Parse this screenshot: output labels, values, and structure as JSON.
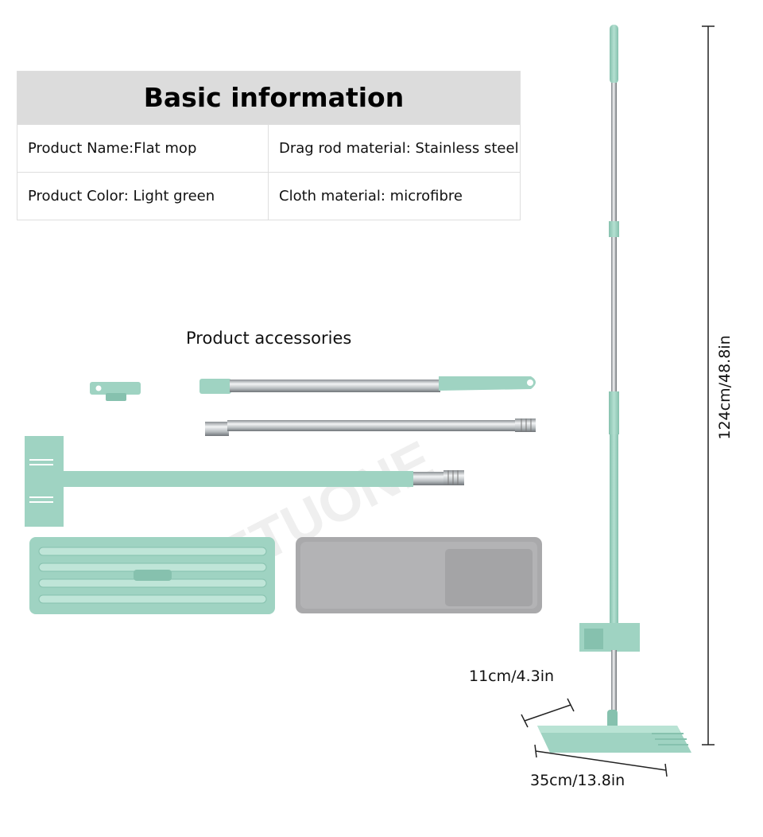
{
  "info": {
    "title": "Basic information",
    "rows": [
      [
        "Product Name:Flat mop",
        "Drag rod material: Stainless steel"
      ],
      [
        "Product Color: Light green",
        "Cloth material: microfibre"
      ]
    ]
  },
  "accessories": {
    "title": "Product accessories"
  },
  "watermark": "ONETUONE",
  "dimensions": {
    "height": "124cm/48.8in",
    "depth": "11cm/4.3in",
    "width": "35cm/13.8in"
  },
  "colors": {
    "mop_green": "#9fd3c2",
    "mop_green_dark": "#86c1ae",
    "steel": "#c9cdd0",
    "cloth_gray": "#a9a9ab",
    "header_gray": "#dcdcdc"
  }
}
